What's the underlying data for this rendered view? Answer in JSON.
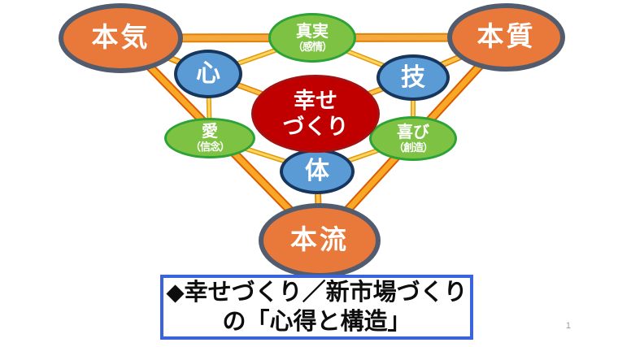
{
  "diagram": {
    "title_hint": "happiness-structure-triangle",
    "nodes": {
      "honki": {
        "label": "本気"
      },
      "honshitsu": {
        "label": "本質"
      },
      "honryu": {
        "label": "本流"
      },
      "shinjitsu": {
        "label": "真実",
        "sub": "（感情）"
      },
      "ai": {
        "label": "愛",
        "sub": "（信念）"
      },
      "yorokobi": {
        "label": "喜び",
        "sub": "（創造）"
      },
      "kokoro": {
        "label": "心"
      },
      "waza": {
        "label": "技"
      },
      "karada": {
        "label": "体"
      },
      "center": {
        "line1": "幸せ",
        "line2": "づくり"
      }
    },
    "edges": [
      "honki-honshitsu",
      "honki-honryu",
      "honshitsu-honryu",
      "honki-kokoro",
      "honshitsu-waza",
      "honryu-karada",
      "shinjitsu-kokoro",
      "shinjitsu-waza",
      "kokoro-ai",
      "waza-yorokobi",
      "ai-karada",
      "yorokobi-karada",
      "center-kokoro",
      "center-waza",
      "center-karada"
    ],
    "colors": {
      "outer_node_fill": "#E8793A",
      "outer_node_border": "#515C6F",
      "inner_node_fill": "#5B9BD5",
      "inner_node_border": "#17365D",
      "green_node_fill": "#7DC242",
      "green_node_border": "#2DA337",
      "center_fill": "#C00000",
      "thick_line_fill": "#F9A826",
      "thick_line_edge": "#DC5A02",
      "thin_line_fill": "#FFD75E",
      "thin_line_edge": "#E09A10",
      "caption_border": "#3B63DB"
    }
  },
  "caption": {
    "line1": "◆幸せづくり／新市場づくり",
    "line2": "の「心得と構造」"
  },
  "page_number": "1"
}
